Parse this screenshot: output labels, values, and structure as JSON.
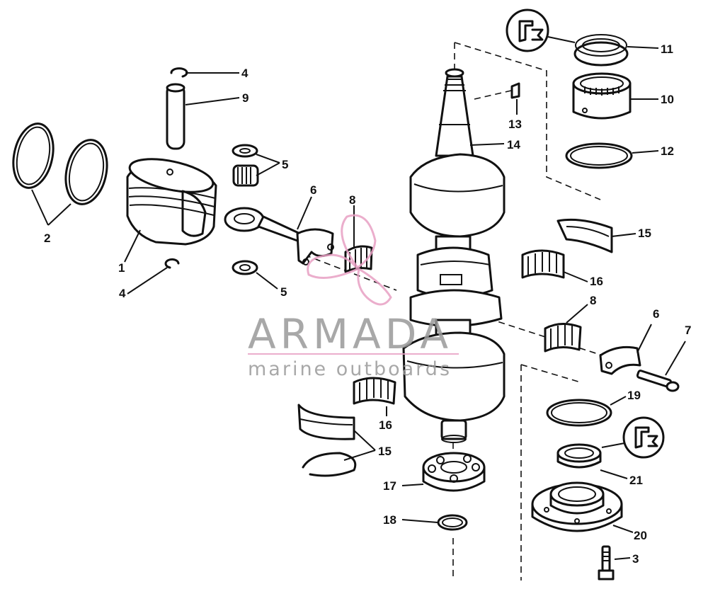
{
  "diagram": {
    "callouts": [
      {
        "id": "c2",
        "text": "2"
      },
      {
        "id": "c1",
        "text": "1"
      },
      {
        "id": "c4a",
        "text": "4"
      },
      {
        "id": "c4b",
        "text": "4"
      },
      {
        "id": "c9",
        "text": "9"
      },
      {
        "id": "c5a",
        "text": "5"
      },
      {
        "id": "c5b",
        "text": "5"
      },
      {
        "id": "c6a",
        "text": "6"
      },
      {
        "id": "c6b",
        "text": "6"
      },
      {
        "id": "c7",
        "text": "7"
      },
      {
        "id": "c8a",
        "text": "8"
      },
      {
        "id": "c8b",
        "text": "8"
      },
      {
        "id": "c10",
        "text": "10"
      },
      {
        "id": "c11",
        "text": "11"
      },
      {
        "id": "c12",
        "text": "12"
      },
      {
        "id": "c13",
        "text": "13"
      },
      {
        "id": "c14",
        "text": "14"
      },
      {
        "id": "c15a",
        "text": "15"
      },
      {
        "id": "c15b",
        "text": "15"
      },
      {
        "id": "c16a",
        "text": "16"
      },
      {
        "id": "c16b",
        "text": "16"
      },
      {
        "id": "c17",
        "text": "17"
      },
      {
        "id": "c18",
        "text": "18"
      },
      {
        "id": "c19",
        "text": "19"
      },
      {
        "id": "c20",
        "text": "20"
      },
      {
        "id": "c21",
        "text": "21"
      },
      {
        "id": "c3",
        "text": "3"
      }
    ]
  },
  "watermark": {
    "brand": "ARMADA",
    "tagline": "marine outboards",
    "color": "#e8a0c4",
    "text_color": "#9a9a9a"
  }
}
